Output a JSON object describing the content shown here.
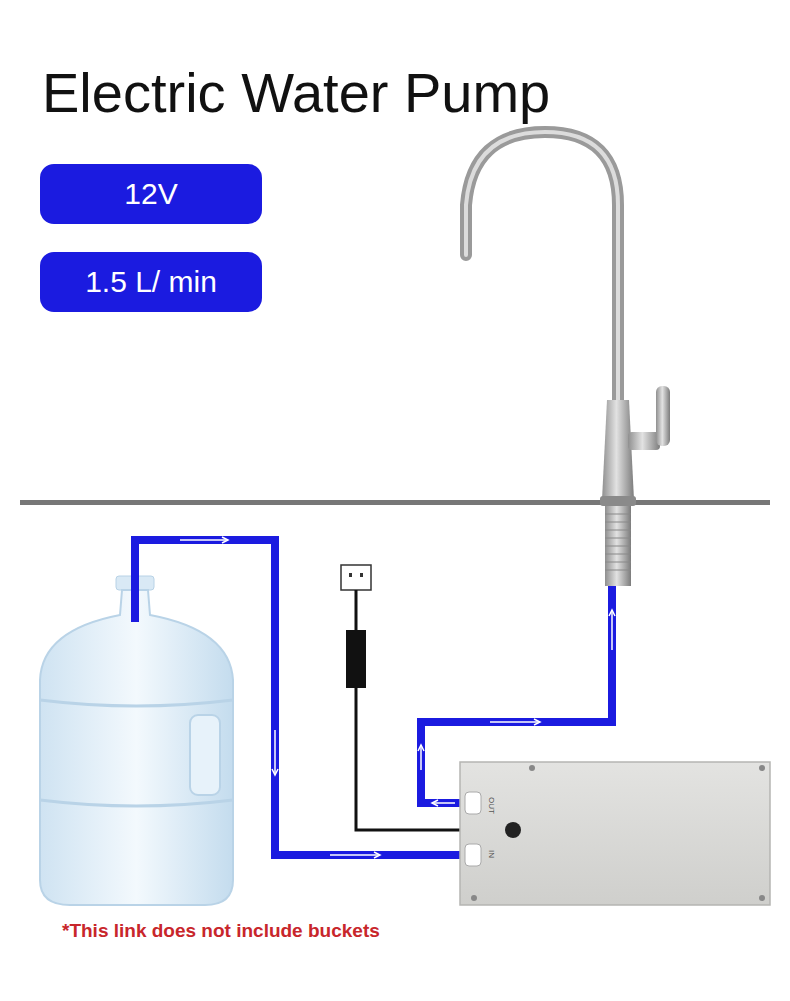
{
  "diagram": {
    "title": "Electric Water Pump",
    "nodes": [
      {
        "text": [
          "12V"
        ]
      },
      {
        "text": [
          "1.5 L/ min"
        ]
      }
    ],
    "labels": [
      "*This link does not include buckets",
      "OUT",
      "IN"
    ]
  }
}
